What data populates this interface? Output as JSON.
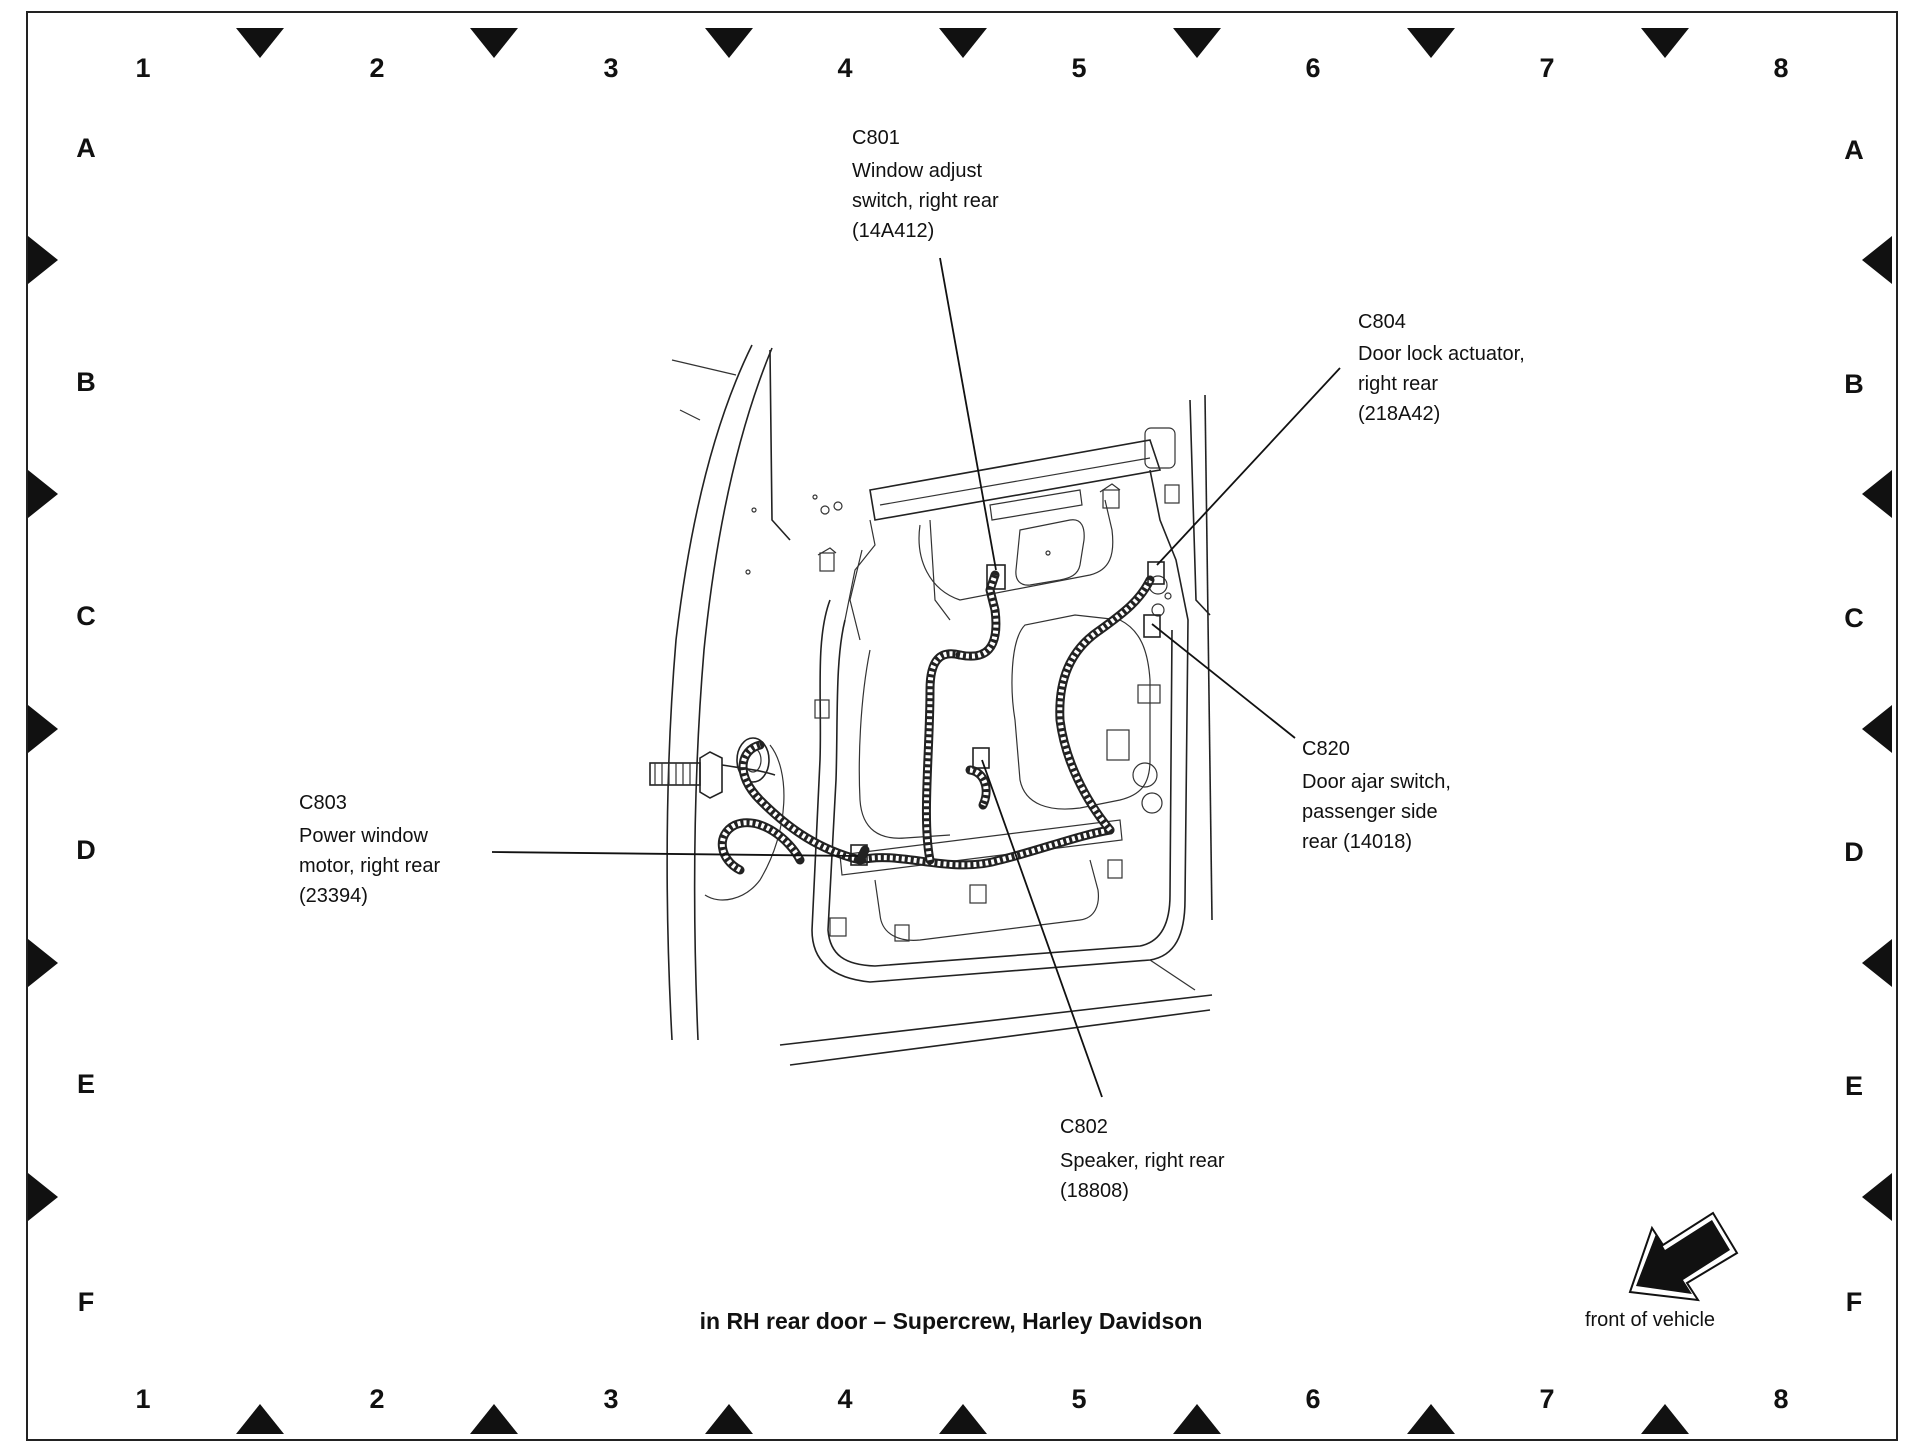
{
  "grid": {
    "columns": [
      "1",
      "2",
      "3",
      "4",
      "5",
      "6",
      "7",
      "8"
    ],
    "rows": [
      "A",
      "B",
      "C",
      "D",
      "E",
      "F"
    ]
  },
  "callouts": {
    "c801": {
      "id": "C801",
      "line1": "Window adjust",
      "line2": "switch, right rear",
      "line3": "(14A412)"
    },
    "c804": {
      "id": "C804",
      "line1": "Door lock actuator,",
      "line2": "right rear",
      "line3": "(218A42)"
    },
    "c820": {
      "id": "C820",
      "line1": "Door ajar switch,",
      "line2": "passenger side",
      "line3": "rear (14018)"
    },
    "c803": {
      "id": "C803",
      "line1": "Power window",
      "line2": "motor, right rear",
      "line3": "(23394)"
    },
    "c802": {
      "id": "C802",
      "line1": "Speaker, right rear",
      "line2": "(18808)"
    }
  },
  "caption": "in RH rear door – Supercrew, Harley Davidson",
  "orientation": {
    "label": "front of vehicle",
    "icon": "arrow-down-left-icon"
  },
  "colors": {
    "line": "#111111",
    "background": "#ffffff"
  }
}
